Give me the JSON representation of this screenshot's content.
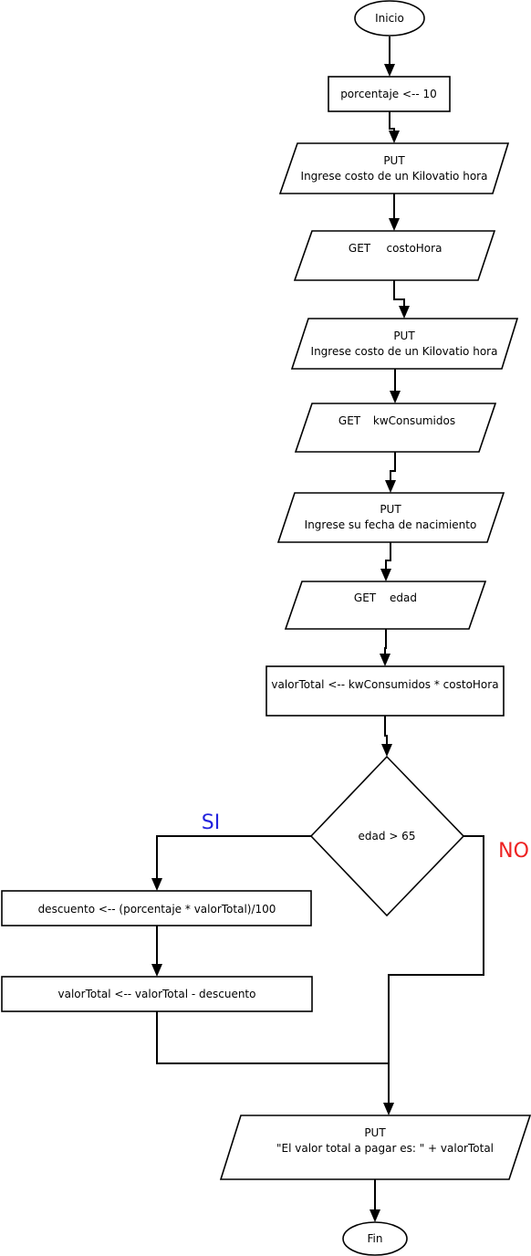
{
  "nodes": {
    "inicio": "Inicio",
    "porcentaje": "porcentaje <-- 10",
    "put_costo_1_a": "PUT",
    "put_costo_1_b": "Ingrese costo de un Kilovatio hora",
    "get_costo_a": "GET",
    "get_costo_b": "costoHora",
    "put_costo_2_a": "PUT",
    "put_costo_2_b": "Ingrese costo de un Kilovatio hora",
    "get_kw_a": "GET",
    "get_kw_b": "kwConsumidos",
    "put_fecha_a": "PUT",
    "put_fecha_b": "Ingrese su fecha de nacimiento",
    "get_edad_a": "GET",
    "get_edad_b": "edad",
    "valor_total": "valorTotal <-- kwConsumidos * costoHora",
    "decision": "edad > 65",
    "descuento": "descuento <-- (porcentaje * valorTotal)/100",
    "valor_menos": "valorTotal <-- valorTotal - descuento",
    "put_final_a": "PUT",
    "put_final_b": "\"El valor total a pagar es: \" + valorTotal",
    "fin": "Fin"
  },
  "branches": {
    "yes": "SI",
    "no": "NO"
  },
  "colors": {
    "yes": "#2222dd",
    "no": "#ee2222",
    "stroke": "#000000"
  }
}
